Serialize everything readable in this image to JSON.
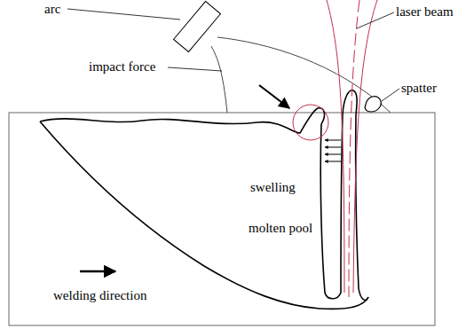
{
  "diagram": {
    "labels": [
      "arc",
      "laser beam",
      "impact force",
      "spatter",
      "swelling",
      "molten pool",
      "welding direction"
    ]
  }
}
